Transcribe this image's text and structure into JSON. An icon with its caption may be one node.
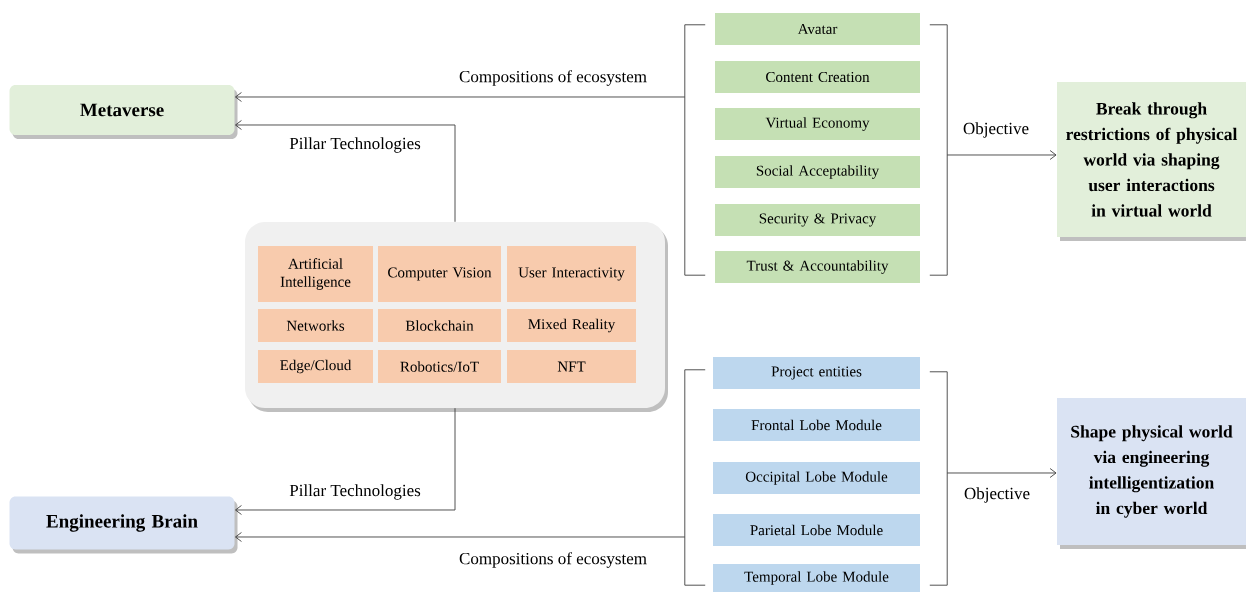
{
  "diagram": {
    "nodes": [
      {
        "text": [
          "Metaverse"
        ]
      },
      {
        "text": [],
        "shape": "box"
      },
      {
        "text": [
          "Artificial Intelligence"
        ],
        "in": 1
      },
      {
        "text": [
          "Computer Vision"
        ],
        "in": 1
      },
      {
        "text": [
          "User Interactivity"
        ],
        "in": 1
      },
      {
        "text": [
          "Networks"
        ],
        "in": 1
      },
      {
        "text": [
          "Blockchain"
        ],
        "in": 1
      },
      {
        "text": [
          "Mixed Reality"
        ],
        "in": 1
      },
      {
        "text": [
          "Edge/Cloud"
        ],
        "in": 1
      },
      {
        "text": [
          "Robotics/IoT"
        ],
        "in": 1
      },
      {
        "text": [
          "NFT"
        ],
        "in": 1
      },
      {
        "text": [
          "Engineering Brain"
        ]
      },
      {
        "text": [],
        "shape": "bracket"
      },
      {
        "text": [
          "Avatar"
        ]
      },
      {
        "text": [
          "Content Creation"
        ]
      },
      {
        "text": [
          "Virtual Economy"
        ]
      },
      {
        "text": [
          "Social Acceptability"
        ]
      },
      {
        "text": [
          "Security & Privacy"
        ]
      },
      {
        "text": [
          "Trust & Accountability"
        ]
      },
      {
        "text": [],
        "shape": "bracket"
      },
      {
        "text": [
          "Break through restrictions of physical world via shaping user interactions in virtual world"
        ]
      },
      {
        "text": [],
        "shape": "bracket"
      },
      {
        "text": [
          "Project entities"
        ]
      },
      {
        "text": [
          "Frontal Lobe Module"
        ]
      },
      {
        "text": [
          "Occipital Lobe Module"
        ]
      },
      {
        "text": [
          "Parietal Lobe Module"
        ]
      },
      {
        "text": [
          "Temporal Lobe Module"
        ]
      },
      {
        "text": [],
        "shape": "bracket"
      },
      {
        "text": [
          "Shape physical world via engineering intelligentization in cyber world"
        ]
      }
    ],
    "edges": [
      {
        "from": 12,
        "to": 0,
        "arrow": "to",
        "label": "Compositions of ecosystem"
      },
      {
        "from": 1,
        "to": 0,
        "arrow": "to",
        "label": "Pillar Technologies"
      },
      {
        "from": 19,
        "to": 20,
        "arrow": "to",
        "label": "Objective"
      },
      {
        "from": 1,
        "to": 11,
        "arrow": "to",
        "label": "Pillar Technologies"
      },
      {
        "from": 21,
        "to": 11,
        "arrow": "to",
        "label": "Compositions of ecosystem"
      },
      {
        "from": 27,
        "to": 28,
        "arrow": "to",
        "label": "Objective"
      }
    ]
  }
}
